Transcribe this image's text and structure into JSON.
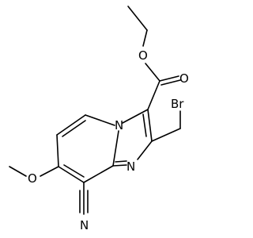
{
  "molecule": {
    "atoms": {
      "ester_o_single": "O",
      "ester_o_double": "O",
      "bromine": "Br",
      "ring_n_bridge": "N",
      "ring_n_imidazole": "N",
      "methoxy_o": "O",
      "nitrile_n": "N"
    }
  },
  "colors": {
    "bond": "#000000",
    "background": "#ffffff"
  }
}
